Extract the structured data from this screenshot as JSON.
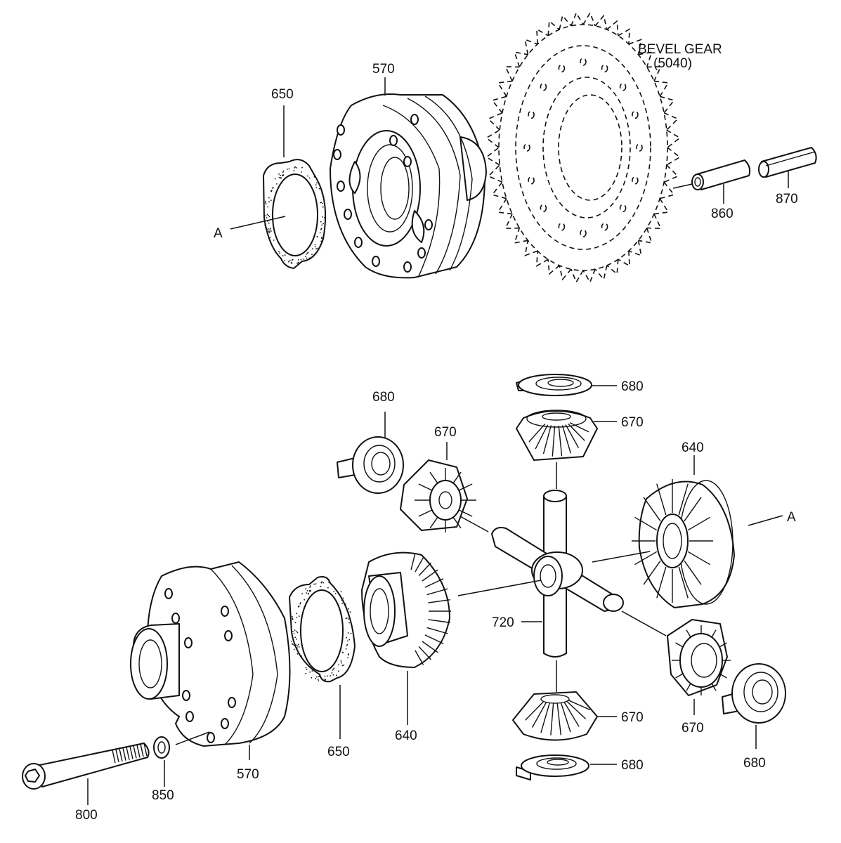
{
  "labels": {
    "bevel_gear_name": "BEVEL GEAR",
    "bevel_gear_ref": "(5040)",
    "top_570": "570",
    "top_650": "650",
    "top_a": "A",
    "top_860": "860",
    "top_870": "870",
    "p680_top": "680",
    "p670_top": "670",
    "p680_left": "680",
    "p670_left": "670",
    "p640_right": "640",
    "right_a": "A",
    "p720": "720",
    "p670_bottom": "670",
    "p680_bottom": "680",
    "p670_right": "670",
    "p680_right": "680",
    "p640_lower": "640",
    "p650_lower": "650",
    "p570_lower": "570",
    "p850": "850",
    "p800": "800"
  }
}
